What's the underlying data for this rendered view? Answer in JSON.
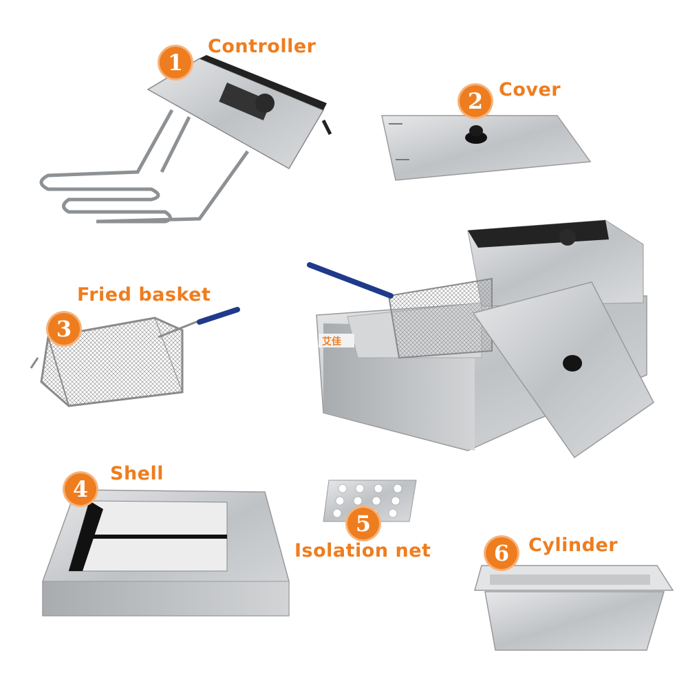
{
  "colors": {
    "accent": "#ee7d1f",
    "steel": "#c9cbcd",
    "knob": "#1a1a1a"
  },
  "parts": [
    {
      "number": "1",
      "label": "Controller"
    },
    {
      "number": "2",
      "label": "Cover"
    },
    {
      "number": "3",
      "label": "Fried basket"
    },
    {
      "number": "4",
      "label": "Shell"
    },
    {
      "number": "5",
      "label": "Isolation net"
    },
    {
      "number": "6",
      "label": "Cylinder"
    }
  ],
  "brand": "艾佳"
}
